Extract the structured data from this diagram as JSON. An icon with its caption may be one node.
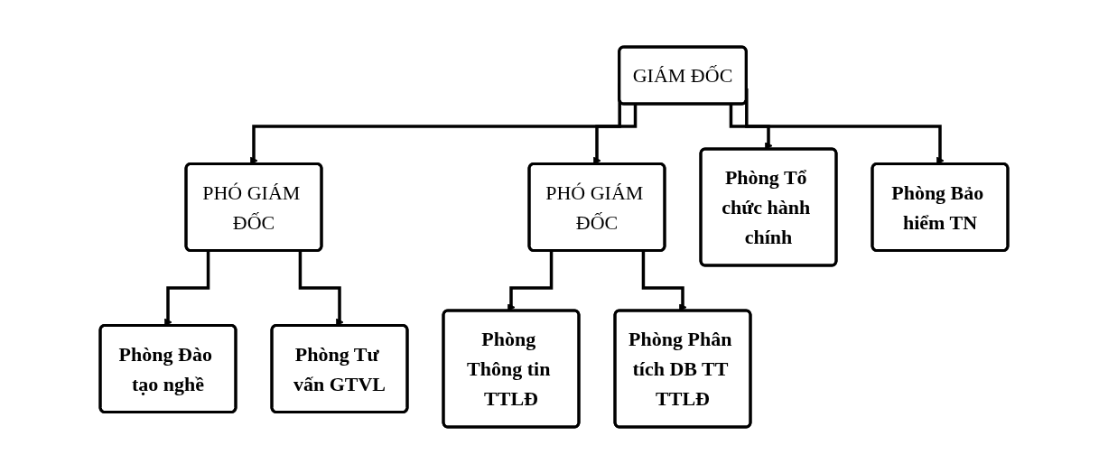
{
  "diagram": {
    "nodes": [
      {
        "text": [
          "GIÁM ĐỐC"
        ]
      },
      {
        "text": [
          "PHÓ GIÁM ĐỐC"
        ]
      },
      {
        "text": [
          "PHÓ GIÁM ĐỐC"
        ]
      },
      {
        "text": [
          "Phòng Đào tạo nghề"
        ]
      },
      {
        "text": [
          "Phòng Tư vấn GTVL"
        ]
      },
      {
        "text": [
          "Phòng Tổ chức hành chính"
        ]
      },
      {
        "text": [
          "Phòng Bảo hiểm TN"
        ]
      },
      {
        "text": [
          "Phòng Thông tin TTLĐ"
        ]
      },
      {
        "text": [
          "Phòng Phân tích DB TT TTLĐ"
        ]
      }
    ],
    "edges": [
      {
        "from": 0,
        "to": 1,
        "arrow": "to"
      },
      {
        "from": 0,
        "to": 5,
        "arrow": "to"
      },
      {
        "from": 0,
        "to": 6,
        "arrow": "to"
      },
      {
        "from": 0,
        "to": 2,
        "arrow": "to"
      },
      {
        "from": 1,
        "to": 3,
        "arrow": "to"
      },
      {
        "from": 1,
        "to": 4,
        "arrow": "to"
      },
      {
        "from": 2,
        "to": 7,
        "arrow": "to"
      },
      {
        "from": 2,
        "to": 8,
        "arrow": "to"
      }
    ]
  }
}
